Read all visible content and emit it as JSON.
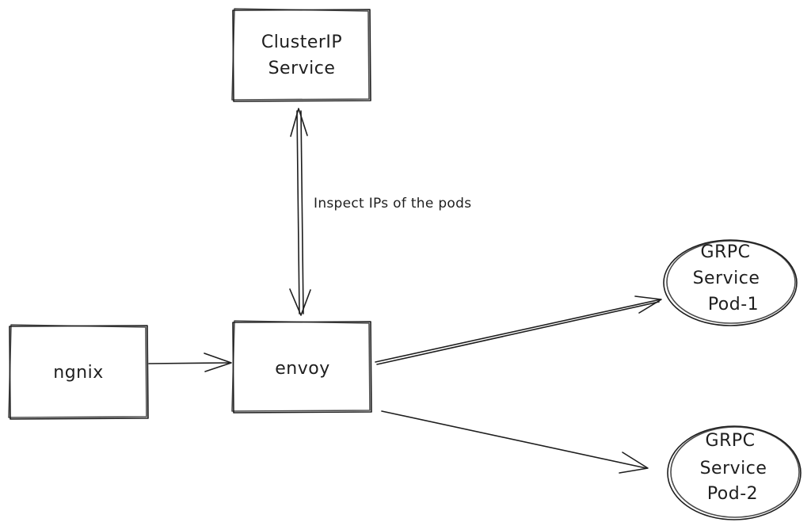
{
  "diagram": {
    "nodes": {
      "clusterip": {
        "line1": "ClusterIP",
        "line2": "Service"
      },
      "nginx": {
        "label": "ngnix"
      },
      "envoy": {
        "label": "envoy"
      },
      "pod1": {
        "line1": "GRPC",
        "line2": "Service",
        "line3": "Pod-1"
      },
      "pod2": {
        "line1": "GRPC",
        "line2": "Service",
        "line3": "Pod-2"
      }
    },
    "edges": {
      "inspect": {
        "label": "Inspect IPs of the pods"
      }
    },
    "colors": {
      "stroke": "#1e1e1e",
      "background": "#ffffff"
    }
  }
}
